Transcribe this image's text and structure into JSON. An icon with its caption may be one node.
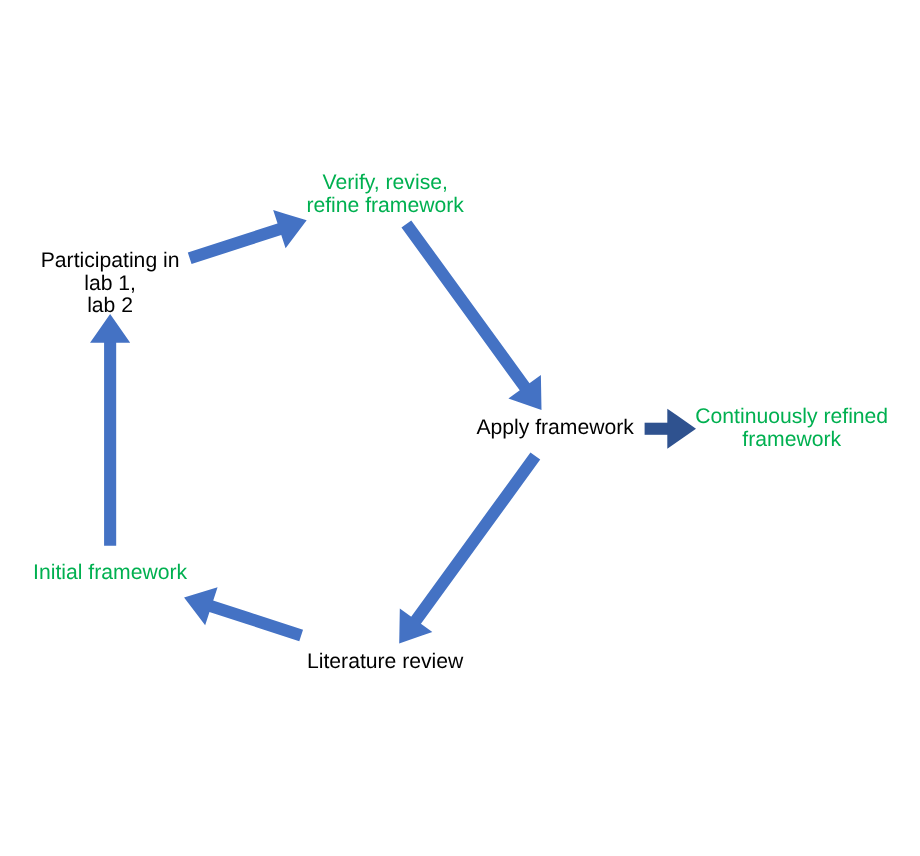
{
  "diagram": {
    "nodes": [
      {
        "text": [
          "Literature review"
        ]
      },
      {
        "text": [
          "Initial framework"
        ]
      },
      {
        "text": [
          "Participating in lab 1, lab 2"
        ]
      },
      {
        "text": [
          "Verify, revise, refine framework"
        ]
      },
      {
        "text": [
          "Apply framework"
        ]
      },
      {
        "text": [
          "Continuously refined framework"
        ]
      }
    ],
    "edges": [
      {
        "from": 0,
        "to": 1,
        "arrow": "to"
      },
      {
        "from": 1,
        "to": 2,
        "arrow": "to"
      },
      {
        "from": 2,
        "to": 3,
        "arrow": "to"
      },
      {
        "from": 3,
        "to": 4,
        "arrow": "to"
      },
      {
        "from": 4,
        "to": 0,
        "arrow": "to"
      },
      {
        "from": 4,
        "to": 5,
        "arrow": "to",
        "color": "#2f528f"
      }
    ]
  }
}
